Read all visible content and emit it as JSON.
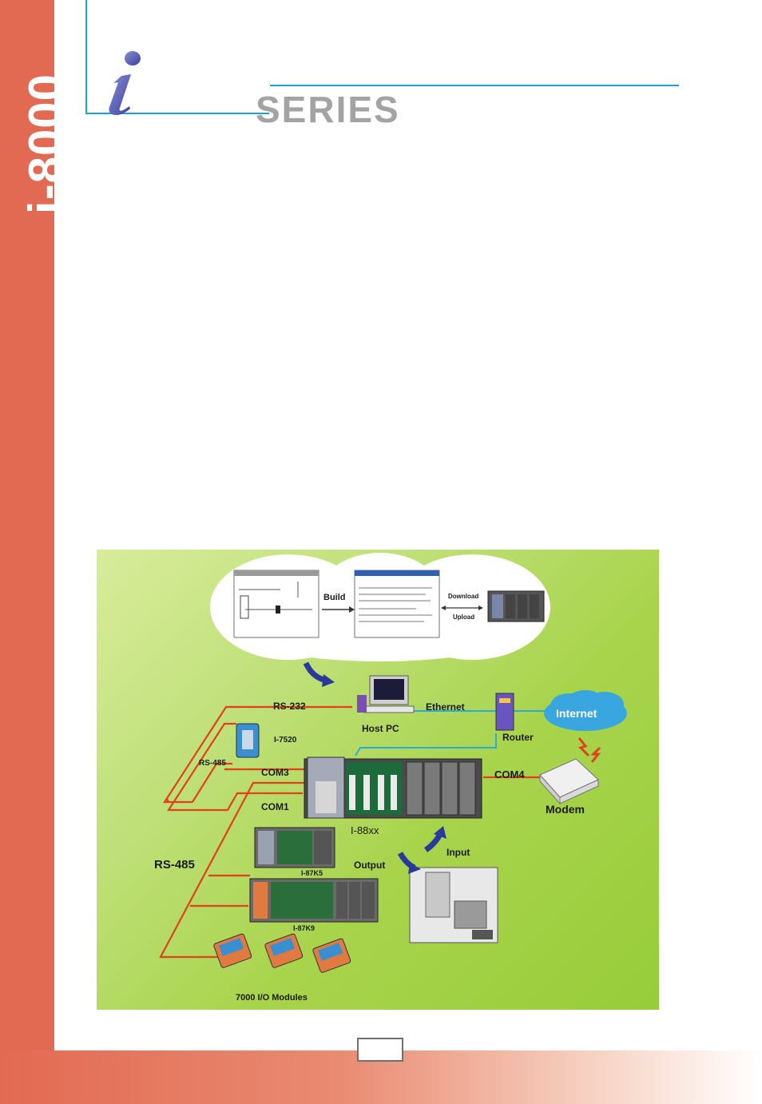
{
  "sidebar": {
    "title": "i-8000"
  },
  "header": {
    "series_label": "SERIES"
  },
  "diagram": {
    "build": "Build",
    "download": "Download",
    "upload": "Upload",
    "rs232": "RS-232",
    "ethernet": "Ethernet",
    "host_pc": "Host PC",
    "internet": "Internet",
    "router": "Router",
    "i7520": "I-7520",
    "rs485_small": "RS-485",
    "com3": "COM3",
    "com4": "COM4",
    "com1": "COM1",
    "modem": "Modem",
    "i88xx": "I-88xx",
    "rs485_big": "RS-485",
    "input": "Input",
    "output": "Output",
    "i87k5": "I-87K5",
    "i87k9": "I-87K9",
    "modules": "7000 I/O Modules"
  },
  "colors": {
    "sidebar": "#e26a52",
    "accent_line": "#1aa3d6",
    "wire": "#e0401a",
    "network": "#2fa9d8"
  }
}
